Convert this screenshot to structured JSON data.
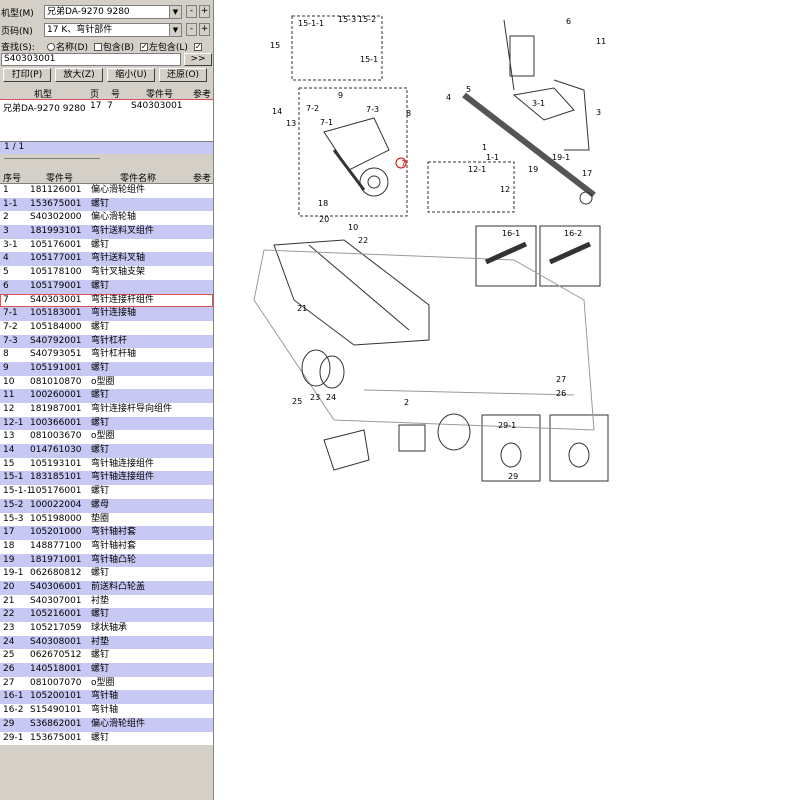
{
  "form": {
    "model_label": "机型(M)",
    "model_value": "兄弟DA-9270 9280",
    "page_label": "页码(N)",
    "page_value": "17 K、弯针部件",
    "search_label": "查找(S):",
    "opt_name": "名称(D)",
    "opt_contains": "包含(B)",
    "opt_left": "左包含(L)",
    "search_value": "S40303001",
    "go_label": ">>",
    "minus": "-",
    "plus": "+"
  },
  "toolbar": {
    "print": "打印(P)",
    "zoom_in": "放大(Z)",
    "zoom_out": "缩小(U)",
    "restore": "还原(O)"
  },
  "results": {
    "headers": [
      "机型",
      "页",
      "号",
      "零件号",
      "参考"
    ],
    "row": [
      "兄弟DA-9270 9280",
      "17",
      "7",
      "S40303001"
    ],
    "pager": "1 / 1"
  },
  "parts": {
    "headers": [
      "序号",
      "零件号",
      "零件名称",
      "参考"
    ],
    "rows": [
      [
        "1",
        "181126001",
        "偏心滑轮组件"
      ],
      [
        "1-1",
        "153675001",
        "螺钉"
      ],
      [
        "2",
        "S40302000",
        "偏心滑轮轴"
      ],
      [
        "3",
        "181993101",
        "弯针送料叉组件"
      ],
      [
        "3-1",
        "105176001",
        "螺钉"
      ],
      [
        "4",
        "105177001",
        "弯针送料叉轴"
      ],
      [
        "5",
        "105178100",
        "弯针叉轴支架"
      ],
      [
        "6",
        "105179001",
        "螺钉"
      ],
      [
        "7",
        "S40303001",
        "弯针连接杆组件"
      ],
      [
        "7-1",
        "105183001",
        "弯针连接轴"
      ],
      [
        "7-2",
        "105184000",
        "螺钉"
      ],
      [
        "7-3",
        "S40792001",
        "弯针杠杆"
      ],
      [
        "8",
        "S40793051",
        "弯针杠杆轴"
      ],
      [
        "9",
        "105191001",
        "螺钉"
      ],
      [
        "10",
        "081010870",
        "o型圈"
      ],
      [
        "11",
        "100260001",
        "螺钉"
      ],
      [
        "12",
        "181987001",
        "弯针连接杆导向组件"
      ],
      [
        "12-1",
        "100366001",
        "螺钉"
      ],
      [
        "13",
        "081003670",
        "o型圈"
      ],
      [
        "14",
        "014761030",
        "螺钉"
      ],
      [
        "15",
        "105193101",
        "弯针轴连接组件"
      ],
      [
        "15-1",
        "183185101",
        "弯针轴连接组件"
      ],
      [
        "15-1-1",
        "105176001",
        "螺钉"
      ],
      [
        "15-2",
        "100022004",
        "螺母"
      ],
      [
        "15-3",
        "105198000",
        "垫圈"
      ],
      [
        "17",
        "105201000",
        "弯针轴衬套"
      ],
      [
        "18",
        "148877100",
        "弯针轴衬套"
      ],
      [
        "19",
        "181971001",
        "弯针轴凸轮"
      ],
      [
        "19-1",
        "062680812",
        "螺钉"
      ],
      [
        "20",
        "S40306001",
        "前送料凸轮盖"
      ],
      [
        "21",
        "S40307001",
        "衬垫"
      ],
      [
        "22",
        "105216001",
        "螺钉"
      ],
      [
        "23",
        "105217059",
        "球状轴承"
      ],
      [
        "24",
        "S40308001",
        "衬垫"
      ],
      [
        "25",
        "062670512",
        "螺钉"
      ],
      [
        "26",
        "140518001",
        "螺钉"
      ],
      [
        "27",
        "081007070",
        "o型圈"
      ],
      [
        "16-1",
        "105200101",
        "弯针轴"
      ],
      [
        "16-2",
        "S15490101",
        "弯针轴"
      ],
      [
        "29",
        "S36862001",
        "偏心滑轮组件"
      ],
      [
        "29-1",
        "153675001",
        "螺钉"
      ]
    ]
  },
  "diagram": {
    "labels": [
      "15",
      "15-3",
      "15-2",
      "15-1",
      "15-1-1",
      "6",
      "11",
      "7",
      "7-1",
      "7-2",
      "7-3",
      "8",
      "9",
      "10",
      "13",
      "14",
      "4",
      "5",
      "3",
      "1",
      "1-1",
      "2",
      "12",
      "12-1",
      "19",
      "19-1",
      "17",
      "16-1",
      "16-2",
      "18",
      "20",
      "21",
      "22",
      "23",
      "24",
      "25",
      "26",
      "27",
      "29",
      "29-1",
      "3-1"
    ]
  }
}
